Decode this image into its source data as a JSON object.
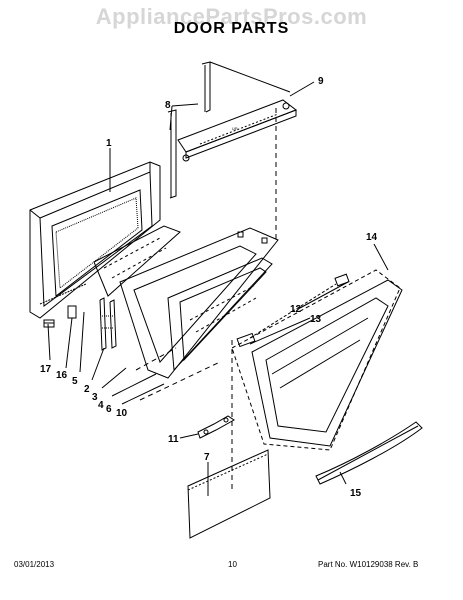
{
  "watermark": "AppliancePartsPros.com",
  "title": "DOOR PARTS",
  "callouts": {
    "c1": "1",
    "c2": "2",
    "c3": "3",
    "c4": "4",
    "c5": "5",
    "c6": "6",
    "c7": "7",
    "c8": "8",
    "c9": "9",
    "c10": "10",
    "c11": "11",
    "c12": "12",
    "c13": "13",
    "c14": "14",
    "c15": "15",
    "c16": "16",
    "c17": "17"
  },
  "footer": {
    "date": "03/01/2013",
    "page": "10",
    "part_no": "Part No. W10129038  Rev. B"
  }
}
